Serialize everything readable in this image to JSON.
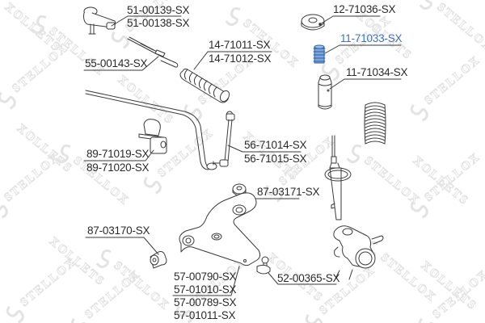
{
  "diagram": {
    "type": "exploded parts diagram",
    "subject": "front suspension and steering components",
    "watermark_text": "STELLOX",
    "colors": {
      "background": "#ffffff",
      "line_art": "#3a3a3a",
      "label_text": "#2a2a2a",
      "highlight": "#3d73b8",
      "watermark": "#e6e6e6"
    },
    "labels": {
      "tie_rod_end_1": "51-00139-SX",
      "tie_rod_end_2": "51-00138-SX",
      "tie_rod": "55-00143-SX",
      "steering_boot_1": "14-71011-SX",
      "steering_boot_2": "14-71012-SX",
      "strut_mount": "12-71036-SX",
      "bump_stop": "11-71033-SX",
      "dust_boot": "11-71034-SX",
      "stabilizer_bushing_1": "89-71019-SX",
      "stabilizer_bushing_2": "89-71020-SX",
      "stabilizer_link_1": "56-71014-SX",
      "stabilizer_link_2": "56-71015-SX",
      "arm_bushing_rear": "87-03171-SX",
      "arm_bushing_front": "87-03170-SX",
      "ball_joint": "52-00365-SX",
      "control_arm_1": "57-00790-SX",
      "control_arm_2": "57-01010-SX",
      "control_arm_3": "57-00789-SX",
      "control_arm_4": "57-01011-SX"
    },
    "highlighted_part": "11-71033-SX"
  }
}
